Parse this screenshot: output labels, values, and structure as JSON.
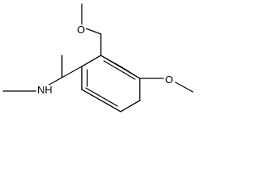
{
  "molecule": {
    "atoms": {
      "methoxy_oxygen_ortho": "O",
      "methoxy_oxygen_para": "O",
      "amine": "NH"
    }
  }
}
